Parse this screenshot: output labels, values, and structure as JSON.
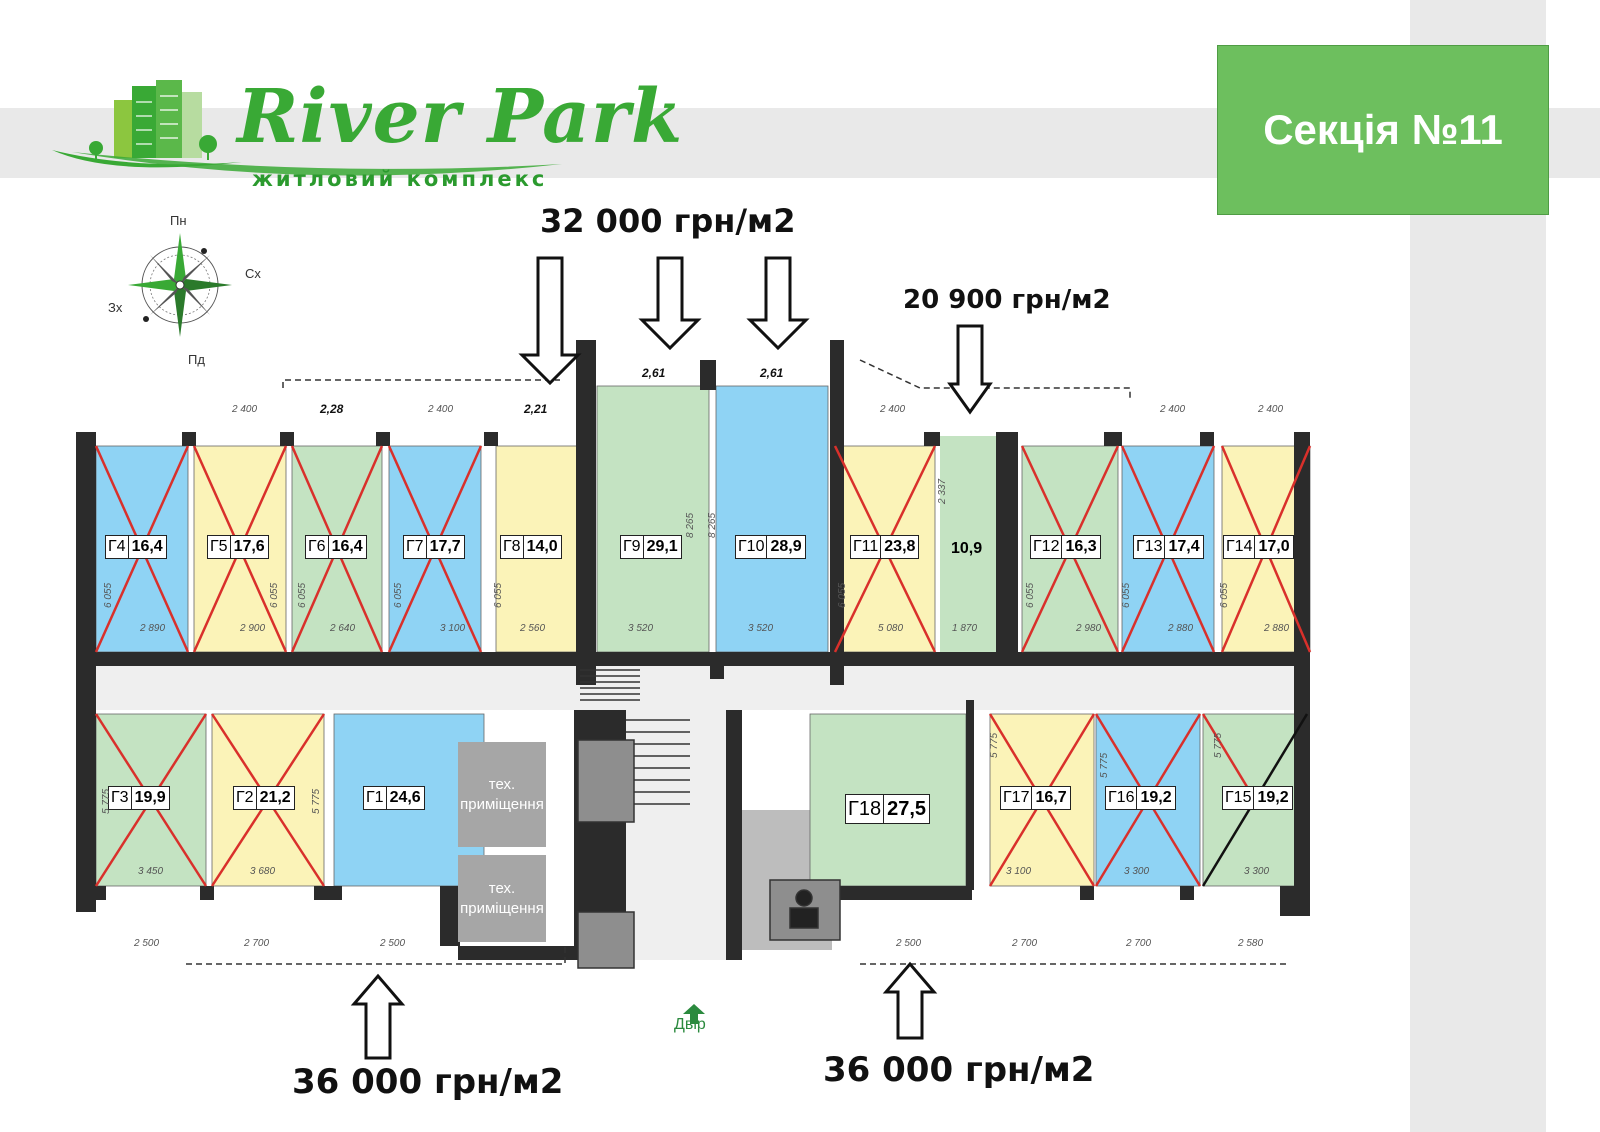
{
  "section_title": "Секція  №11",
  "logo": {
    "title": "River Park",
    "subtitle": "житловий комплекс"
  },
  "prices": {
    "top_main": "32 000 грн/м2",
    "top_storage": "20 900 грн/м2",
    "bottom_left": "36 000 грн/м2",
    "bottom_right": "36 000 грн/м2"
  },
  "compass": {
    "north": "Пн",
    "east": "Сх",
    "west": "Зх",
    "south": "Пд"
  },
  "units": [
    {
      "id": "Г4",
      "area": "16,4",
      "color": "blue",
      "sold": true
    },
    {
      "id": "Г5",
      "area": "17,6",
      "color": "yellow",
      "sold": true
    },
    {
      "id": "Г6",
      "area": "16,4",
      "color": "green",
      "sold": true
    },
    {
      "id": "Г7",
      "area": "17,7",
      "color": "blue",
      "sold": true
    },
    {
      "id": "Г8",
      "area": "14,0",
      "color": "yellow",
      "sold": false
    },
    {
      "id": "Г9",
      "area": "29,1",
      "color": "green",
      "sold": false
    },
    {
      "id": "Г10",
      "area": "28,9",
      "color": "blue",
      "sold": false
    },
    {
      "id": "Г11",
      "area": "23,8",
      "color": "yellow",
      "sold": true
    },
    {
      "id": "Г12",
      "area": "16,3",
      "color": "green",
      "sold": true
    },
    {
      "id": "Г13",
      "area": "17,4",
      "color": "blue",
      "sold": true
    },
    {
      "id": "Г14",
      "area": "17,0",
      "color": "yellow",
      "sold": true
    },
    {
      "id": "Г3",
      "area": "19,9",
      "color": "green",
      "sold": true
    },
    {
      "id": "Г2",
      "area": "21,2",
      "color": "yellow",
      "sold": true
    },
    {
      "id": "Г1",
      "area": "24,6",
      "color": "blue",
      "sold": false
    },
    {
      "id": "Г18",
      "area": "27,5",
      "color": "green",
      "sold": false
    },
    {
      "id": "Г17",
      "area": "16,7",
      "color": "yellow",
      "sold": true
    },
    {
      "id": "Г16",
      "area": "19,2",
      "color": "blue",
      "sold": true
    },
    {
      "id": "Г15",
      "area": "19,2",
      "color": "green",
      "sold": "partial"
    }
  ],
  "storage": {
    "area": "10,9"
  },
  "tech_rooms": [
    "тех. приміщення",
    "тех. приміщення"
  ],
  "courtyard_label": "Двір",
  "dimensions": {
    "top_row_width": [
      "2 400",
      "2,28",
      "2 400",
      "2,21",
      "2,61",
      "2,61",
      "2 400",
      "2 400",
      "2 400"
    ],
    "top_row_depth": [
      "2 890",
      "2 900",
      "2 640",
      "3 100",
      "2 560",
      "3 520",
      "3 520",
      "5 080",
      "1 870",
      "2 980",
      "2 880",
      "2 880"
    ],
    "top_row_height": [
      "6 055",
      "6 055",
      "6 055",
      "6 055",
      "6 055",
      "8 265",
      "8 265",
      "6 055",
      "2 337",
      "6 055",
      "6 055",
      "6 055"
    ],
    "bottom_row_depth": [
      "3 450",
      "3 680",
      "3 100",
      "3 300",
      "3 300"
    ],
    "bottom_row_height": [
      "5 775",
      "5 775",
      "5 775",
      "5 775",
      "5 775"
    ],
    "bottom_windows": [
      "2 500",
      "2 700",
      "2 500",
      "2 500",
      "2 700",
      "2 700",
      "2 580"
    ]
  },
  "colors": {
    "blue": "#8fd3f4",
    "yellow": "#fbf3b8",
    "green": "#c4e3c2",
    "wall": "#2b2b2b",
    "cross": "#d9302b",
    "accent_green": "#6dbf5e"
  }
}
